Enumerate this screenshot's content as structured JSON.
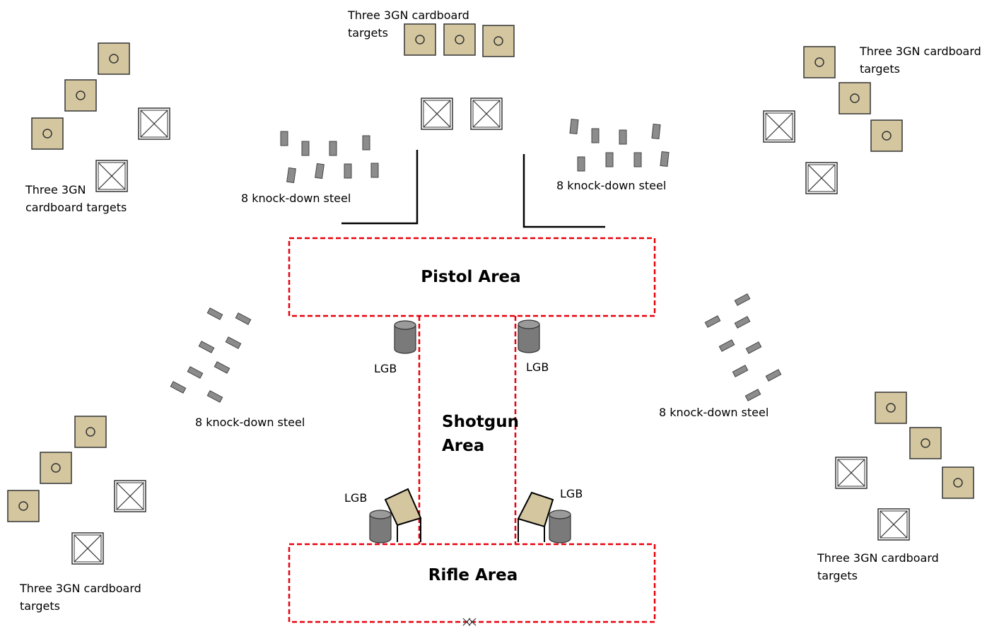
{
  "colors": {
    "area_border": "#e8000b",
    "target_fill": "#d4c7a0",
    "steel_fill": "#8c8c8c",
    "barrel_fill": "#7a7a7a",
    "line": "#000000"
  },
  "areas": {
    "pistol": "Pistol Area",
    "shotgun_line1": "Shotgun",
    "shotgun_line2": "Area",
    "rifle": "Rifle Area"
  },
  "labels": {
    "cardboard_top_line1": "Three 3GN cardboard",
    "cardboard_top_line2": "targets",
    "cardboard_topright_line1": "Three 3GN cardboard",
    "cardboard_topright_line2": "targets",
    "cardboard_topleft_line1": "Three 3GN",
    "cardboard_topleft_line2": "cardboard targets",
    "cardboard_botleft_line1": "Three 3GN cardboard",
    "cardboard_botleft_line2": "targets",
    "cardboard_botright_line1": "Three 3GN cardboard",
    "cardboard_botright_line2": "targets",
    "steel_upper_left": "8 knock-down steel",
    "steel_upper_right": "8 knock-down steel",
    "steel_lower_left": "8 knock-down steel",
    "steel_lower_right": "8 knock-down steel",
    "lgb_1": "LGB",
    "lgb_2": "LGB",
    "lgb_3": "LGB",
    "lgb_4": "LGB"
  }
}
